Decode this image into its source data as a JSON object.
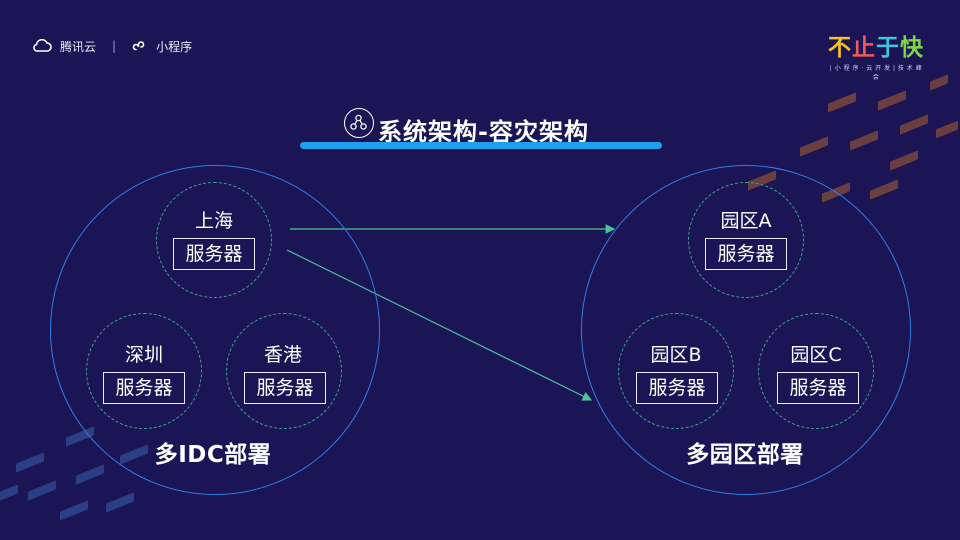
{
  "brand": {
    "tencent_cloud": "腾讯云",
    "separator": "|",
    "mini_program": "小程序"
  },
  "slogan": {
    "title_chars": [
      "不",
      "止",
      "于",
      "快"
    ],
    "subtitle": "| 小 程 序 · 云 开 发 | 技 术 峰 会"
  },
  "title": "系统架构-容灾架构",
  "left_cluster": {
    "label": "多IDC部署",
    "nodes": [
      {
        "name": "上海",
        "server": "服务器"
      },
      {
        "name": "深圳",
        "server": "服务器"
      },
      {
        "name": "香港",
        "server": "服务器"
      }
    ]
  },
  "right_cluster": {
    "label": "多园区部署",
    "nodes": [
      {
        "name": "园区A",
        "server": "服务器"
      },
      {
        "name": "园区B",
        "server": "服务器"
      },
      {
        "name": "园区C",
        "server": "服务器"
      }
    ]
  },
  "colors": {
    "background": "#1b1556",
    "big_circle": "#2f7fe8",
    "node_circle": "#3aa58a",
    "arrow": "#49c39a",
    "title_bar": "#1f9ff0",
    "stripe_orange": "#6b3f3f",
    "stripe_blue": "#2b3f86",
    "slogan_colors": [
      "#f7c325",
      "#ef5a5a",
      "#3fc6e0",
      "#7fd34a"
    ]
  },
  "icons": {
    "brand_logo": "cloud-logo-icon",
    "mini_program_logo": "mini-program-icon",
    "title_icon": "network-node-icon"
  }
}
